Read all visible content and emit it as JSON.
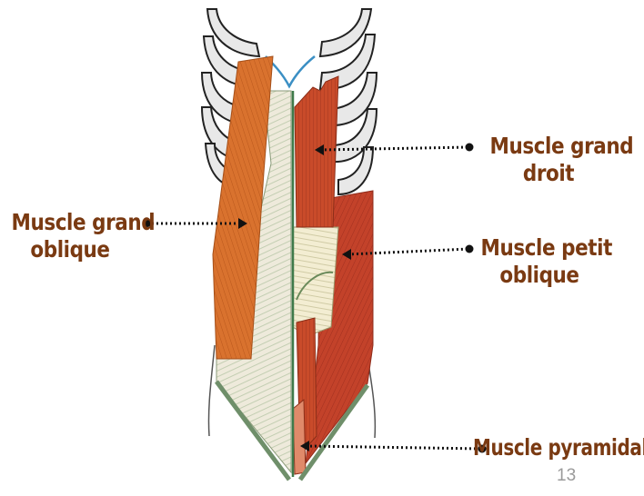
{
  "labels": {
    "grand_oblique": [
      "Muscle grand",
      "oblique"
    ],
    "grand_droit": [
      "Muscle grand",
      "droit"
    ],
    "petit_oblique": [
      "Muscle petit",
      "oblique"
    ],
    "pyramidal": [
      "Muscle pyramidal"
    ]
  },
  "page_number": "13",
  "colors": {
    "label_text": "#7a3a12",
    "leader_line": "#111111",
    "muscle_orange": "#d9722e",
    "muscle_red": "#c0402a",
    "fascia": "#ece6d0",
    "rib_outline": "#222222",
    "rib_fill": "#e8e8e8",
    "linea_alba": "#3f7a4a"
  }
}
